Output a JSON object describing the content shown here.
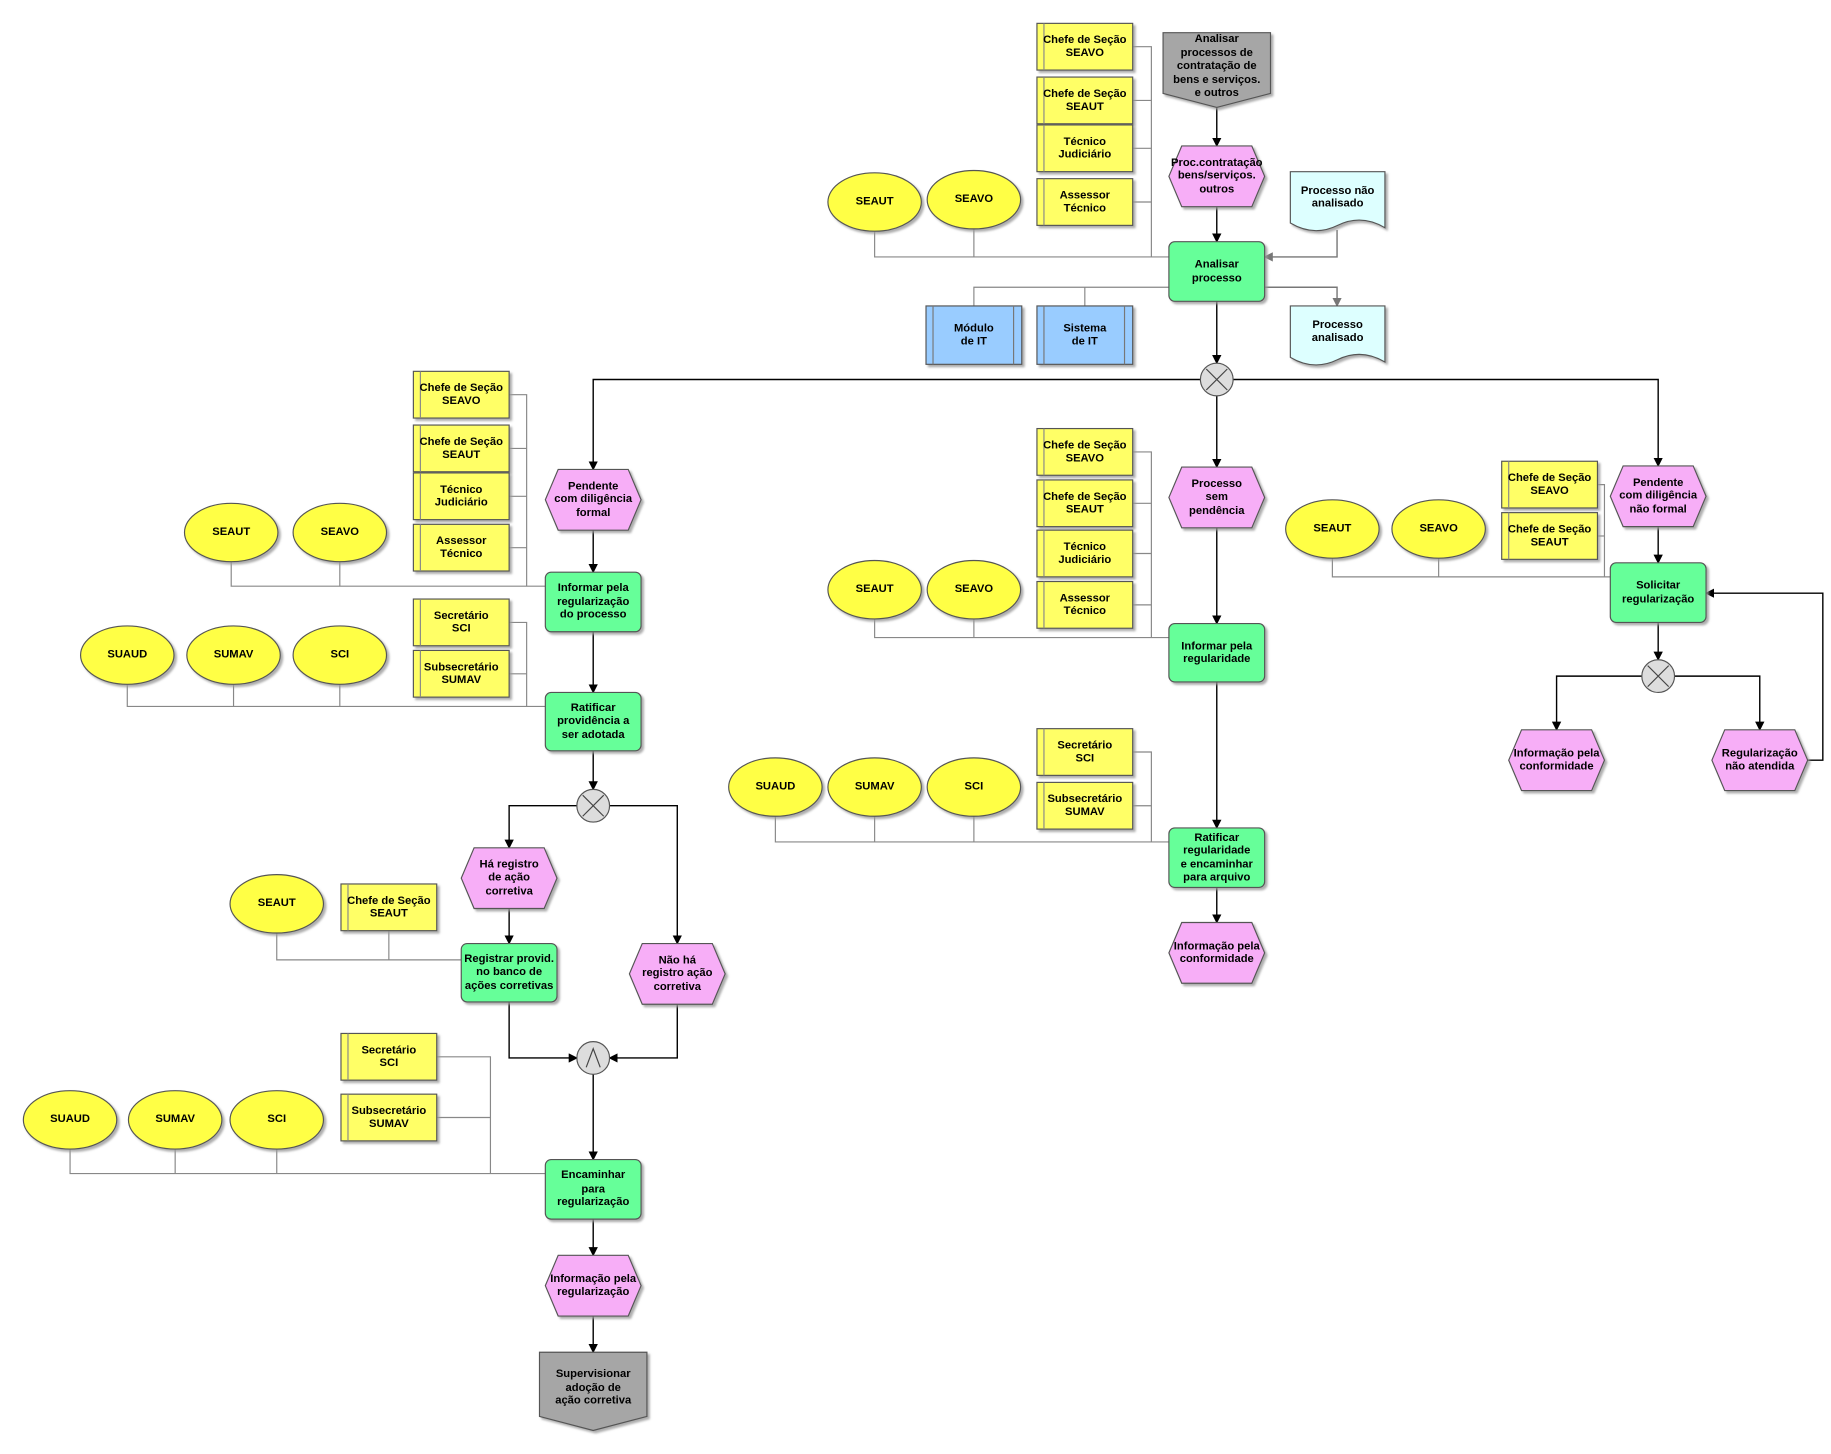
{
  "diagram_type": "EPC process diagram",
  "nodes": {
    "start": "Analisar\nprocessos de\ncontratação de\nbens e serviços.\ne outros",
    "r_t1": "Chefe de Seção\nSEAVO",
    "r_t2": "Chefe de Seção\nSEAUT",
    "r_t3": "Técnico\nJudiciário",
    "r_t4": "Assessor\nTécnico",
    "o_t1": "SEAUT",
    "o_t2": "SEAVO",
    "ev1": "Proc.contratação\nbens/serviços.\noutros",
    "doc1": "Processo não\nanalisado",
    "f1": "Analisar\nprocesso",
    "sys1": "Módulo\nde IT",
    "sys2": "Sistema\nde IT",
    "doc2": "Processo\nanalisado",
    "evL": "Pendente\ncom diligência\nformal",
    "r_l1": "Chefe de Seção\nSEAVO",
    "r_l2": "Chefe de Seção\nSEAUT",
    "r_l3": "Técnico\nJudiciário",
    "r_l4": "Assessor\nTécnico",
    "o_l1": "SEAUT",
    "o_l2": "SEAVO",
    "fL1": "Informar pela\nregularização\ndo processo",
    "r_l5": "Secretário\nSCI",
    "r_l6": "Subsecretário\nSUMAV",
    "o_l3": "SUAUD",
    "o_l4": "SUMAV",
    "o_l5": "SCI",
    "fL2": "Ratificar\nprovidência a\nser adotada",
    "evL2": "Há registro\nde ação\ncorretiva",
    "evL3": "Não há\nregistro ação\ncorretiva",
    "o_l6": "SEAUT",
    "r_l7": "Chefe de Seção\nSEAUT",
    "fL3": "Registrar provid.\nno banco de\nações corretivas",
    "r_l8": "Secretário\nSCI",
    "r_l9": "Subsecretário\nSUMAV",
    "o_l7": "SUAUD",
    "o_l8": "SUMAV",
    "o_l9": "SCI",
    "fL4": "Encaminhar\npara\nregularização",
    "evL4": "Informação pela\nregularização",
    "end": "Supervisionar\nadoção de\nação corretiva",
    "evM": "Processo\nsem\npendência",
    "r_m1": "Chefe de Seção\nSEAVO",
    "r_m2": "Chefe de Seção\nSEAUT",
    "r_m3": "Técnico\nJudiciário",
    "r_m4": "Assessor\nTécnico",
    "o_m1": "SEAUT",
    "o_m2": "SEAVO",
    "fM1": "Informar pela\nregularidade",
    "r_m5": "Secretário\nSCI",
    "r_m6": "Subsecretário\nSUMAV",
    "o_m3": "SUAUD",
    "o_m4": "SUMAV",
    "o_m5": "SCI",
    "fM2": "Ratificar\nregularidade\ne encaminhar\npara arquivo",
    "evM2": "Informação pela\nconformidade",
    "evR": "Pendente\ncom diligência\nnão formal",
    "r_r1": "Chefe de Seção\nSEAVO",
    "r_r2": "Chefe de Seção\nSEAUT",
    "o_r1": "SEAUT",
    "o_r2": "SEAVO",
    "fR1": "Solicitar\nregularização",
    "evR2": "Informação pela\nconformidade",
    "evR3": "Regularização\nnão atendida"
  },
  "colors": {
    "function": "#66ff99",
    "event": "#f7aef7",
    "role": "#ffff66",
    "org_unit": "#ffff44",
    "system": "#99ccff",
    "document": "#ddffff",
    "process_interface": "#a6a6a6",
    "connector": "#dddddd"
  }
}
